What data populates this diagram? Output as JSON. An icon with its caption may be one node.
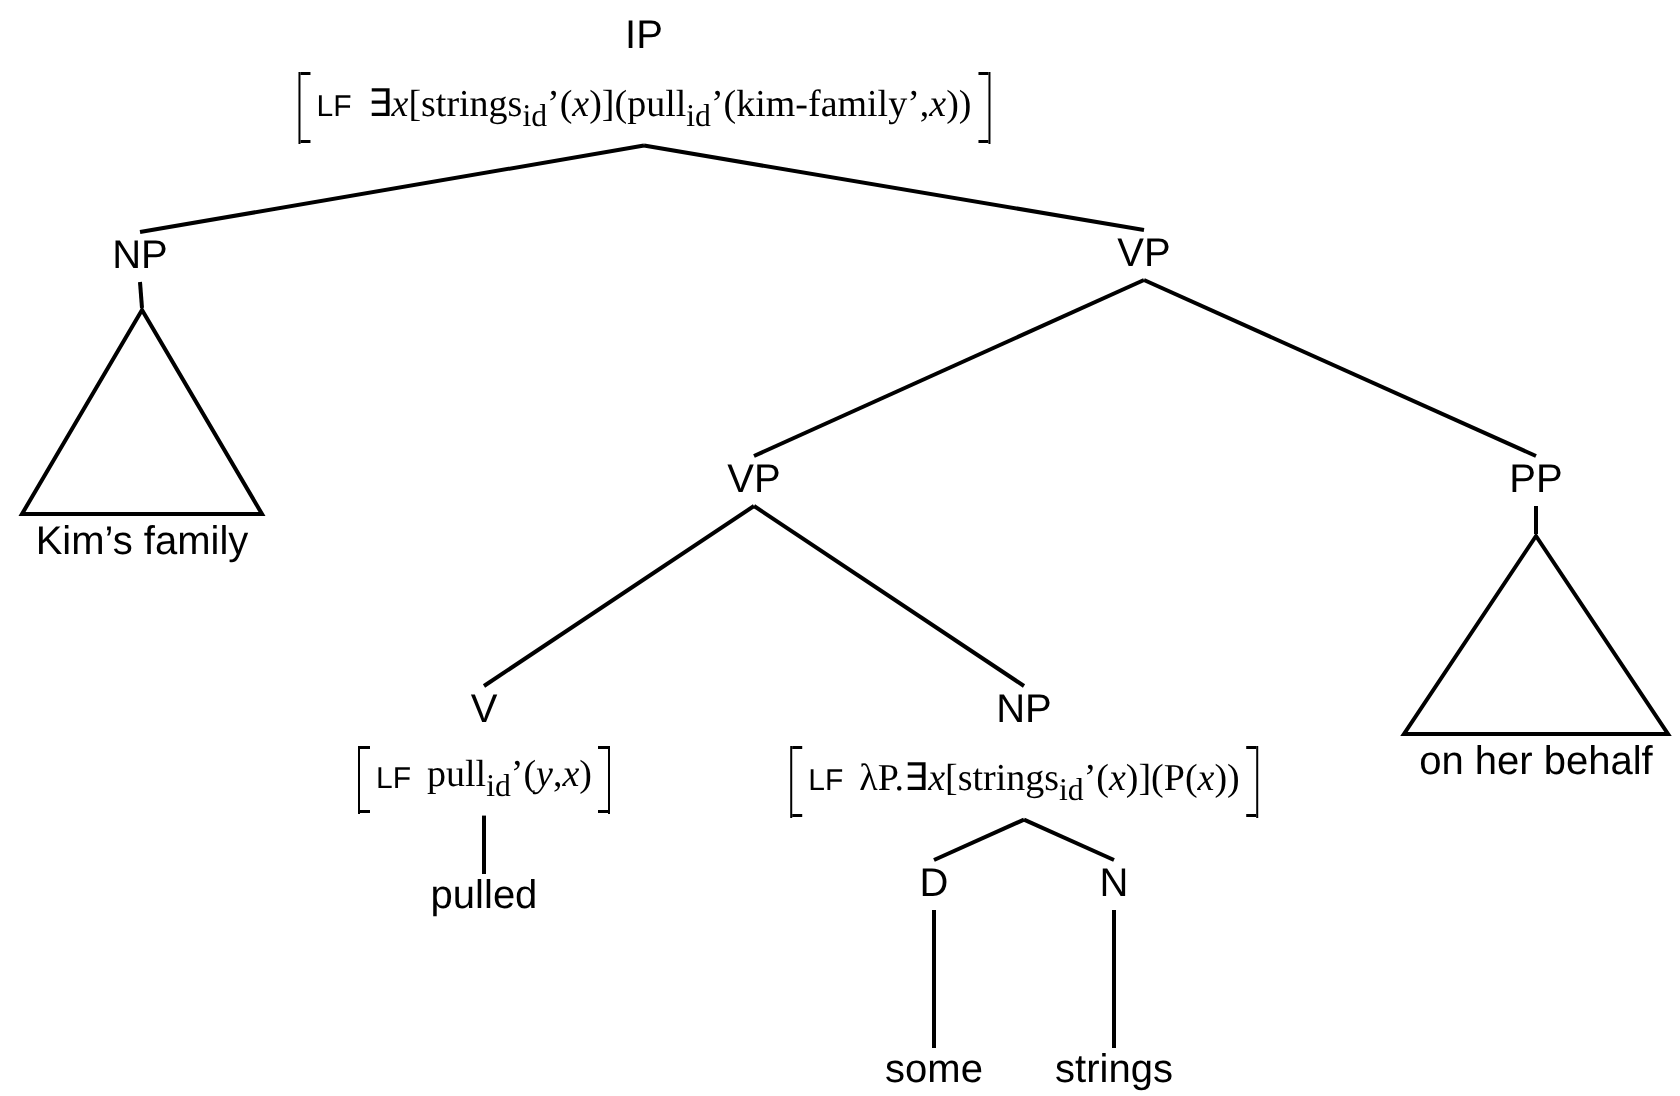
{
  "diagram": {
    "nodes": [
      {
        "text": [
          "IP",
          "LF",
          "∃*x*[strings$_{id}$’(*x*)](pull$_{id}$’(kim-family’,*x*))"
        ]
      },
      {
        "text": [
          "NP"
        ]
      },
      {
        "text": [],
        "shape": "triangle",
        "beside": [
          "Kim’s family"
        ]
      },
      {
        "text": [
          "VP"
        ]
      },
      {
        "text": [
          "VP"
        ]
      },
      {
        "text": [
          "PP"
        ]
      },
      {
        "text": [],
        "shape": "triangle",
        "beside": [
          "on her behalf"
        ]
      },
      {
        "text": [
          "V",
          "LF",
          "pull$_{id}$’(*y*,*x*)"
        ]
      },
      {
        "text": [
          "NP",
          "LF",
          "λP.∃*x*[strings$_{id}$’(*x*)](P(*x*))"
        ]
      },
      {
        "text": [
          "pulled"
        ]
      },
      {
        "text": [
          "D"
        ]
      },
      {
        "text": [
          "N"
        ]
      },
      {
        "text": [
          "some"
        ]
      },
      {
        "text": [
          "strings"
        ]
      }
    ],
    "edges": [
      {
        "from": 0,
        "to": 1,
        "arrow": "none"
      },
      {
        "from": 0,
        "to": 3,
        "arrow": "none"
      },
      {
        "from": 1,
        "to": 2,
        "arrow": "none"
      },
      {
        "from": 3,
        "to": 4,
        "arrow": "none"
      },
      {
        "from": 3,
        "to": 5,
        "arrow": "none"
      },
      {
        "from": 5,
        "to": 6,
        "arrow": "none"
      },
      {
        "from": 4,
        "to": 7,
        "arrow": "none"
      },
      {
        "from": 4,
        "to": 8,
        "arrow": "none"
      },
      {
        "from": 7,
        "to": 9,
        "arrow": "none"
      },
      {
        "from": 8,
        "to": 10,
        "arrow": "none"
      },
      {
        "from": 8,
        "to": 11,
        "arrow": "none"
      },
      {
        "from": 10,
        "to": 12,
        "arrow": "none"
      },
      {
        "from": 11,
        "to": 13,
        "arrow": "none"
      }
    ]
  }
}
